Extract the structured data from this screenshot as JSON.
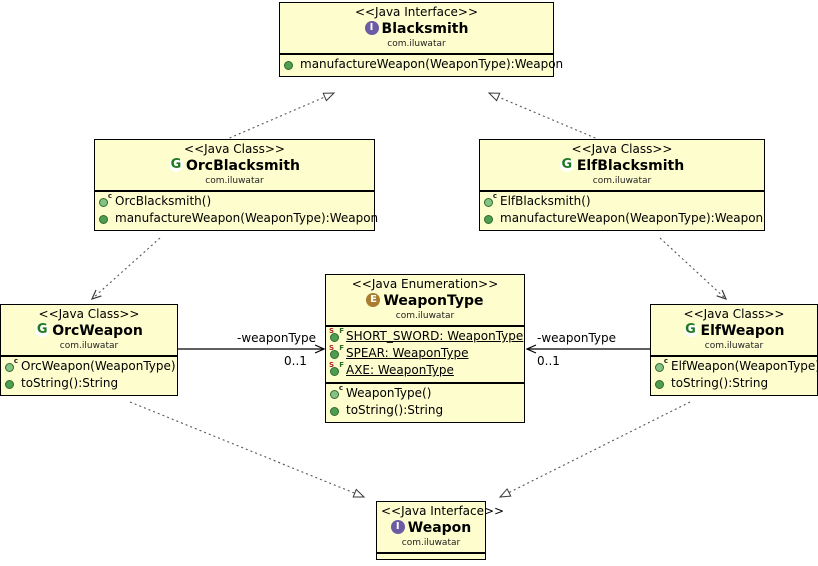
{
  "diagram": {
    "title": "Abstract Factory UML class diagram",
    "background": "#ffffff",
    "node_fill": "#fdfdcd",
    "node_border": "#000000"
  },
  "nodes": {
    "blacksmith": {
      "stereotype": "<<Java Interface>>",
      "name": "Blacksmith",
      "package": "com.iluwatar",
      "icon": "interface-icon",
      "members": [
        {
          "name": "manufactureWeapon(WeaponType):Weapon",
          "kind": "method",
          "icon": "public-method-icon"
        }
      ]
    },
    "orc_blacksmith": {
      "stereotype": "<<Java Class>>",
      "name": "OrcBlacksmith",
      "package": "com.iluwatar",
      "icon": "class-icon",
      "members": [
        {
          "name": "OrcBlacksmith()",
          "kind": "constructor",
          "icon": "constructor-icon"
        },
        {
          "name": "manufactureWeapon(WeaponType):Weapon",
          "kind": "method",
          "icon": "public-method-icon"
        }
      ]
    },
    "elf_blacksmith": {
      "stereotype": "<<Java Class>>",
      "name": "ElfBlacksmith",
      "package": "com.iluwatar",
      "icon": "class-icon",
      "members": [
        {
          "name": "ElfBlacksmith()",
          "kind": "constructor",
          "icon": "constructor-icon"
        },
        {
          "name": "manufactureWeapon(WeaponType):Weapon",
          "kind": "method",
          "icon": "public-method-icon"
        }
      ]
    },
    "orc_weapon": {
      "stereotype": "<<Java Class>>",
      "name": "OrcWeapon",
      "package": "com.iluwatar",
      "icon": "class-icon",
      "members": [
        {
          "name": "OrcWeapon(WeaponType)",
          "kind": "constructor",
          "icon": "constructor-icon"
        },
        {
          "name": "toString():String",
          "kind": "method",
          "icon": "public-method-icon"
        }
      ]
    },
    "elf_weapon": {
      "stereotype": "<<Java Class>>",
      "name": "ElfWeapon",
      "package": "com.iluwatar",
      "icon": "class-icon",
      "members": [
        {
          "name": "ElfWeapon(WeaponType)",
          "kind": "constructor",
          "icon": "constructor-icon"
        },
        {
          "name": "toString():String",
          "kind": "method",
          "icon": "public-method-icon"
        }
      ]
    },
    "weapon_type": {
      "stereotype": "<<Java Enumeration>>",
      "name": "WeaponType",
      "package": "com.iluwatar",
      "icon": "enumeration-icon",
      "fields": [
        {
          "name": "SHORT_SWORD: WeaponType",
          "kind": "static-field",
          "icon": "static-field-icon"
        },
        {
          "name": "SPEAR: WeaponType",
          "kind": "static-field",
          "icon": "static-field-icon"
        },
        {
          "name": "AXE: WeaponType",
          "kind": "static-field",
          "icon": "static-field-icon"
        }
      ],
      "members": [
        {
          "name": "WeaponType()",
          "kind": "constructor",
          "icon": "constructor-icon"
        },
        {
          "name": "toString():String",
          "kind": "method",
          "icon": "public-method-icon"
        }
      ]
    },
    "weapon": {
      "stereotype": "<<Java Interface>>",
      "name": "Weapon",
      "package": "com.iluwatar",
      "icon": "interface-icon",
      "members": []
    }
  },
  "edges": {
    "orc_blacksmith_realizes_blacksmith": {
      "type": "realization",
      "style": "dashed",
      "arrow": "hollow-triangle"
    },
    "elf_blacksmith_realizes_blacksmith": {
      "type": "realization",
      "style": "dashed",
      "arrow": "hollow-triangle"
    },
    "orc_blacksmith_dep_orc_weapon": {
      "type": "dependency",
      "style": "dashed",
      "arrow": "open-arrow"
    },
    "elf_blacksmith_dep_elf_weapon": {
      "type": "dependency",
      "style": "dashed",
      "arrow": "open-arrow"
    },
    "orc_weapon_realizes_weapon": {
      "type": "realization",
      "style": "dashed",
      "arrow": "hollow-triangle"
    },
    "elf_weapon_realizes_weapon": {
      "type": "realization",
      "style": "dashed",
      "arrow": "hollow-triangle"
    },
    "orc_weapon_assoc_weapon_type": {
      "type": "association",
      "style": "solid",
      "arrow": "open-arrow",
      "role": "-weaponType",
      "multiplicity": "0..1"
    },
    "elf_weapon_assoc_weapon_type": {
      "type": "association",
      "style": "solid",
      "arrow": "open-arrow",
      "role": "-weaponType",
      "multiplicity": "0..1"
    }
  },
  "icon_glyphs": {
    "interface": "I",
    "class": "G",
    "enumeration": "E",
    "constructor_sup": "c",
    "static_sup": "S",
    "field_sup": "F"
  }
}
